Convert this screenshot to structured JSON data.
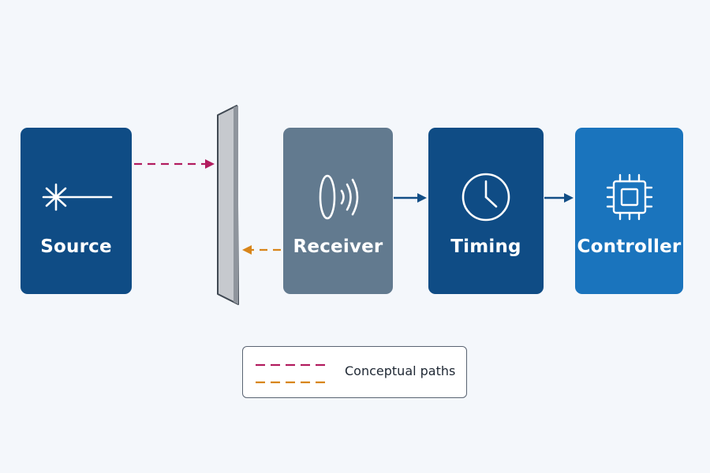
{
  "colors": {
    "background": "#f4f7fb",
    "source": "#0f4c85",
    "receiver": "#627a8f",
    "timing": "#0f4c85",
    "controller": "#1a74bd",
    "reflector": "#c9ccd1",
    "solid_arrow": "#124e86",
    "path_magenta": "#b21c5f",
    "path_orange": "#d8851a"
  },
  "blocks": {
    "source": {
      "label": "Source",
      "icon": "laser-icon"
    },
    "reflector": {
      "icon": "reflector-panel"
    },
    "receiver": {
      "label": "Receiver",
      "icon": "sensor-waves-icon"
    },
    "timing": {
      "label": "Timing",
      "icon": "clock-icon"
    },
    "controller": {
      "label": "Controller",
      "icon": "chip-icon"
    }
  },
  "legend": {
    "label": "Conceptual paths"
  }
}
